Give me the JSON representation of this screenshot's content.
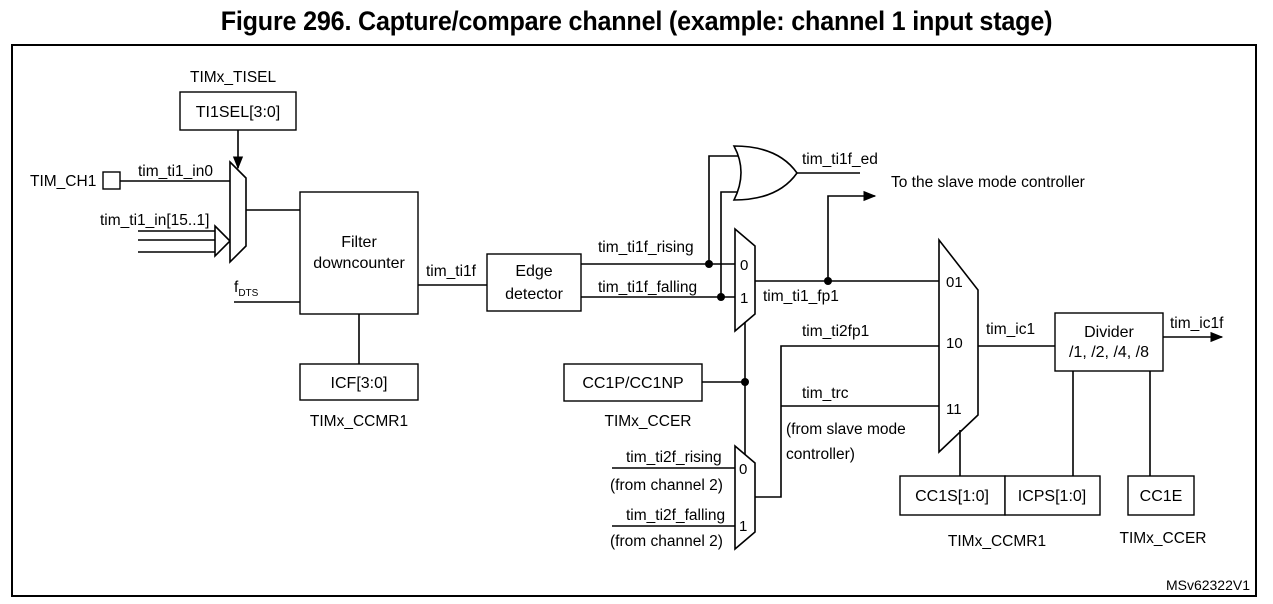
{
  "title": "Figure 296. Capture/compare channel (example: channel 1 input stage)",
  "signals": {
    "tim_ch1": "TIM_CH1",
    "ti1_in0": "tim_ti1_in0",
    "ti1_in_bus": "tim_ti1_in[15..1]",
    "fdts": "f",
    "fdts_sub": "DTS",
    "ti1f": "tim_ti1f",
    "ti1f_rising": "tim_ti1f_rising",
    "ti1f_falling": "tim_ti1f_falling",
    "ti1f_ed": "tim_ti1f_ed",
    "ti1_fp1": "tim_ti1_fp1",
    "ti2fp1": "tim_ti2fp1",
    "trc": "tim_trc",
    "trc_note_1": "(from slave mode",
    "trc_note_2": "controller)",
    "ic1": "tim_ic1",
    "ic1f": "tim_ic1f",
    "ti2f_rising": "tim_ti2f_rising",
    "ti2f_rising_note": "(from channel 2)",
    "ti2f_falling": "tim_ti2f_falling",
    "ti2f_falling_note": "(from channel 2)",
    "slave_ctrl": "To the slave mode controller"
  },
  "blocks": {
    "ti1sel": "TI1SEL[3:0]",
    "tisel_reg": "TIMx_TISEL",
    "filter_1": "Filter",
    "filter_2": "downcounter",
    "icf": "ICF[3:0]",
    "icf_reg": "TIMx_CCMR1",
    "edge_1": "Edge",
    "edge_2": "detector",
    "cc1p": "CC1P/CC1NP",
    "cc1p_reg": "TIMx_CCER",
    "divider_1": "Divider",
    "divider_2": "/1, /2, /4, /8",
    "cc1s": "CC1S[1:0]",
    "icps": "ICPS[1:0]",
    "ccmr1_reg": "TIMx_CCMR1",
    "cc1e": "CC1E",
    "ccer_reg": "TIMx_CCER"
  },
  "mux_inputs": {
    "m1_0": "0",
    "m1_1": "1",
    "m2_0": "0",
    "m2_1": "1",
    "m3_01": "01",
    "m3_10": "10",
    "m3_11": "11"
  },
  "watermark": "MSv62322V1"
}
